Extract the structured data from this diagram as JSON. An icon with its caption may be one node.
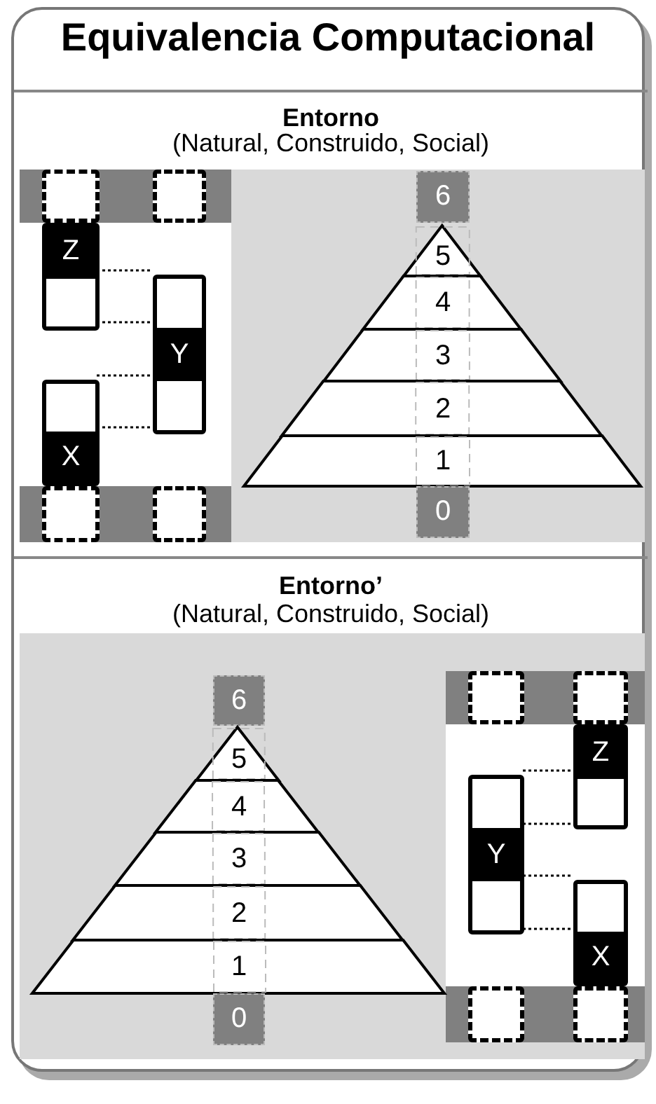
{
  "diagram": {
    "nodes": [
      {
        "text": [
          "Equivalencia Computacional"
        ]
      },
      {
        "text": [
          "Entorno",
          "(Natural, Construido, Social)"
        ],
        "in": 0
      },
      {
        "text": [],
        "shape": "box",
        "in": 1
      },
      {
        "text": [],
        "shape": "box",
        "in": 1
      },
      {
        "text": [
          "Z"
        ],
        "in": 1
      },
      {
        "text": [
          "Y"
        ],
        "in": 1
      },
      {
        "text": [
          "X"
        ],
        "in": 1
      },
      {
        "text": [],
        "shape": "box",
        "in": 1
      },
      {
        "text": [],
        "shape": "box",
        "in": 1
      },
      {
        "text": [
          "6"
        ],
        "in": 1
      },
      {
        "text": [
          "5"
        ],
        "in": 1
      },
      {
        "text": [
          "4"
        ],
        "in": 1
      },
      {
        "text": [
          "3"
        ],
        "in": 1
      },
      {
        "text": [
          "2"
        ],
        "in": 1
      },
      {
        "text": [
          "1"
        ],
        "in": 1
      },
      {
        "text": [
          "0"
        ],
        "in": 1
      },
      {
        "text": [
          "Entorno’",
          "(Natural, Construido, Social)"
        ],
        "in": 0
      },
      {
        "text": [
          "6"
        ],
        "in": 16
      },
      {
        "text": [
          "5"
        ],
        "in": 16
      },
      {
        "text": [
          "4"
        ],
        "in": 16
      },
      {
        "text": [
          "3"
        ],
        "in": 16
      },
      {
        "text": [
          "2"
        ],
        "in": 16
      },
      {
        "text": [
          "1"
        ],
        "in": 16
      },
      {
        "text": [
          "0"
        ],
        "in": 16
      },
      {
        "text": [],
        "shape": "box",
        "in": 16
      },
      {
        "text": [],
        "shape": "box",
        "in": 16
      },
      {
        "text": [
          "Z"
        ],
        "in": 16
      },
      {
        "text": [
          "Y"
        ],
        "in": 16
      },
      {
        "text": [
          "X"
        ],
        "in": 16
      },
      {
        "text": [],
        "shape": "box",
        "in": 16
      },
      {
        "text": [],
        "shape": "box",
        "in": 16
      }
    ],
    "edges": [
      {
        "from": 4,
        "to": 5,
        "arrow": "none",
        "style": "dashed"
      },
      {
        "from": 4,
        "to": 5,
        "arrow": "none",
        "style": "dashed"
      },
      {
        "from": 6,
        "to": 5,
        "arrow": "none",
        "style": "dashed"
      },
      {
        "from": 6,
        "to": 5,
        "arrow": "none",
        "style": "dashed"
      },
      {
        "from": 26,
        "to": 27,
        "arrow": "none",
        "style": "dashed"
      },
      {
        "from": 26,
        "to": 27,
        "arrow": "none",
        "style": "dashed"
      },
      {
        "from": 28,
        "to": 27,
        "arrow": "none",
        "style": "dashed"
      },
      {
        "from": 28,
        "to": 27,
        "arrow": "none",
        "style": "dashed"
      }
    ]
  }
}
